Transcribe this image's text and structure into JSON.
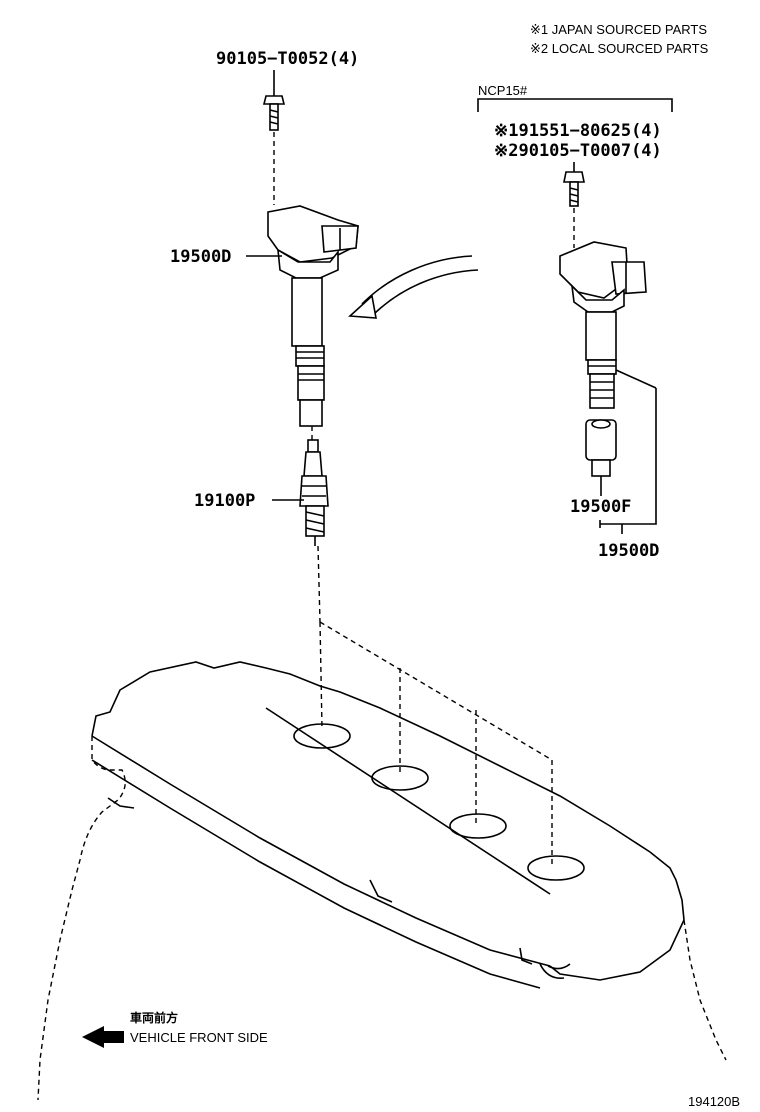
{
  "notes": {
    "japan": "※1 JAPAN SOURCED PARTS",
    "local": "※2 LOCAL SOURCED PARTS"
  },
  "variant": {
    "model": "NCP15#",
    "part_japan": "※191551−80625(4)",
    "part_local": "※290105−T0007(4)",
    "boot": "19500F",
    "coil_assy": "19500D"
  },
  "main": {
    "bolt": "90105−T0052(4)",
    "coil": "19500D",
    "plug": "19100P"
  },
  "direction": {
    "jp": "車両前方",
    "en": "VEHICLE FRONT SIDE",
    "icon": "arrow-left-icon"
  },
  "figure_id": "194120B"
}
